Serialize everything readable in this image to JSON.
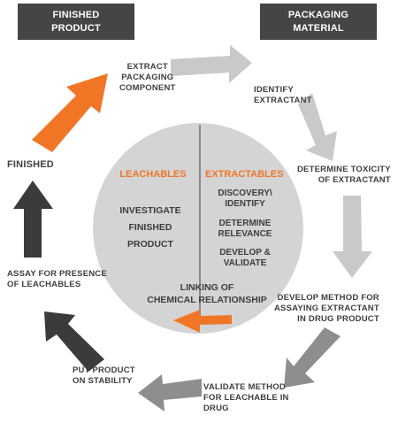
{
  "headers": {
    "left": "FINISHED\nPRODUCT",
    "right": "PACKAGING\nMATERIAL"
  },
  "cycle": {
    "extract": "EXTRACT\nPACKAGING\nCOMPONENT",
    "identify": "IDENTIFY\nEXTRACTANT",
    "toxicity": "DETERMINE TOXICITY\nOF EXTRACTANT",
    "develop_method": "DEVELOP METHOD FOR\nASSAYING EXTRACTANT\nIN DRUG PRODUCT",
    "validate_method": "VALIDATE METHOD\nFOR  LEACHABLE IN\nDRUG",
    "stability": "PUT PRODUCT\nON STABILITY",
    "assay": "ASSAY FOR PRESENCE\nOF LEACHABLES",
    "finished": "FINISHED"
  },
  "center": {
    "leachables_title": "LEACHABLES",
    "leachables_steps": [
      "INVESTIGATE",
      "FINISHED",
      "PRODUCT"
    ],
    "extractables_title": "EXTRACTABLES",
    "extractables_steps": [
      "DISCOVERY\\\nIDENTIFY",
      "DETERMINE\nRELEVANCE",
      "DEVELOP &\nVALIDATE"
    ],
    "linking": "LINKING OF\nCHEMICAL RELATIONSHIP"
  },
  "colors": {
    "header_bg": "#454545",
    "orange": "#f07626",
    "light_arrow": "#c9c9c9",
    "mid_arrow": "#8e8e8e",
    "dark_arrow": "#3b3b3b",
    "circle": "#d4d4d4"
  }
}
